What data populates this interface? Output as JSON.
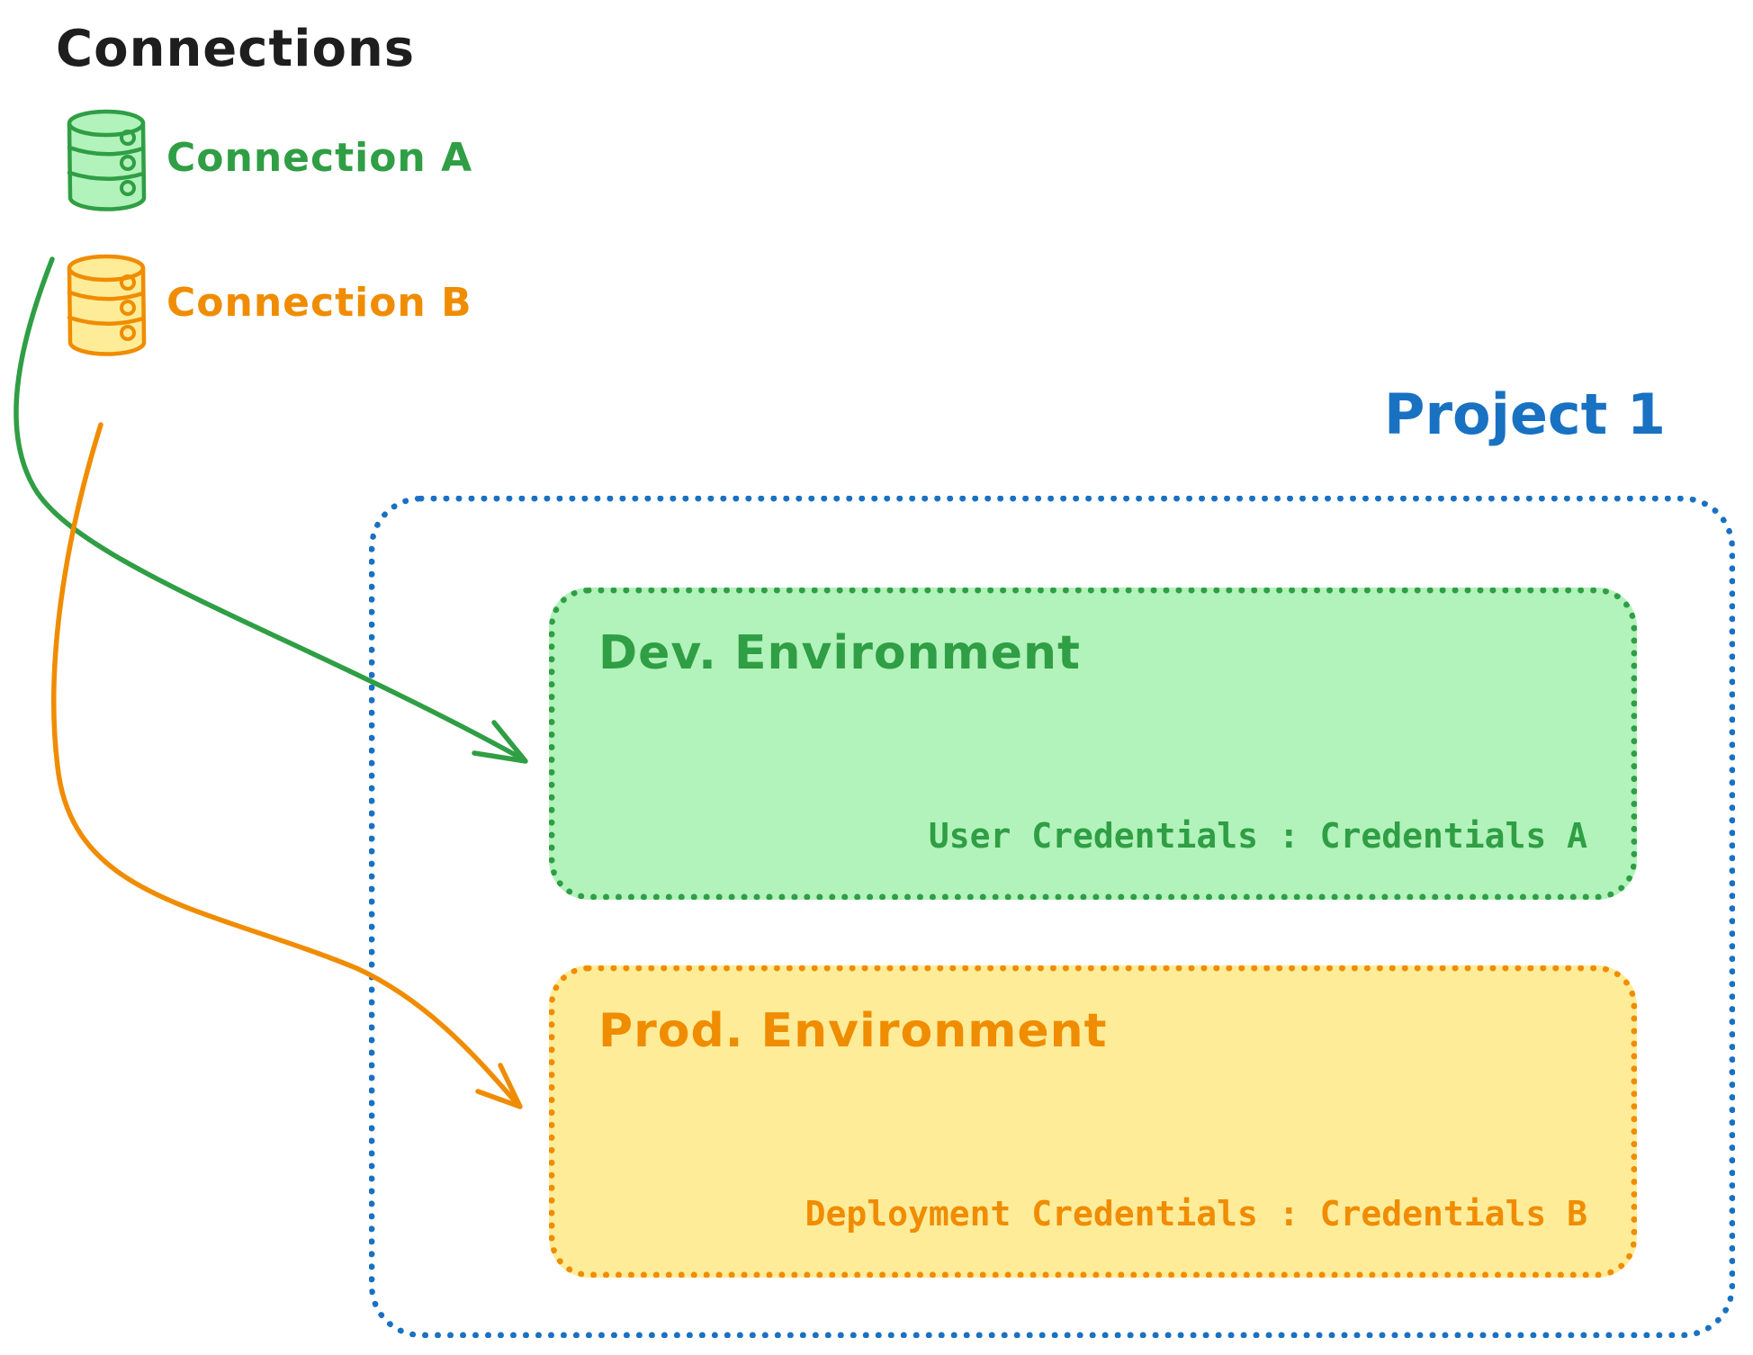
{
  "title": "Connections",
  "connections": [
    {
      "id": "connection-a",
      "label": "Connection A",
      "stroke_color": "#2f9e44",
      "fill_color": "#b2f2bb",
      "icon": "database-icon"
    },
    {
      "id": "connection-b",
      "label": "Connection B",
      "stroke_color": "#f08c00",
      "fill_color": "#ffec99",
      "icon": "database-icon"
    }
  ],
  "project": {
    "title": "Project 1",
    "border_color": "#1971c2",
    "border_style": "dotted",
    "environments": [
      {
        "name": "Dev. Environment",
        "credentials": "User Credentials : Credentials A",
        "stroke_color": "#2f9e44",
        "fill_color": "#b2f2bb",
        "linked_connection": "Connection A"
      },
      {
        "name": "Prod. Environment",
        "credentials": "Deployment Credentials : Credentials B",
        "stroke_color": "#f08c00",
        "fill_color": "#ffec99",
        "linked_connection": "Connection B"
      }
    ]
  },
  "arrows": [
    {
      "from": "Connection A",
      "to": "Dev. Environment",
      "color": "#2f9e44"
    },
    {
      "from": "Connection B",
      "to": "Prod. Environment",
      "color": "#f08c00"
    }
  ],
  "colors": {
    "title_text": "#1e1e1e",
    "background": "#ffffff"
  }
}
